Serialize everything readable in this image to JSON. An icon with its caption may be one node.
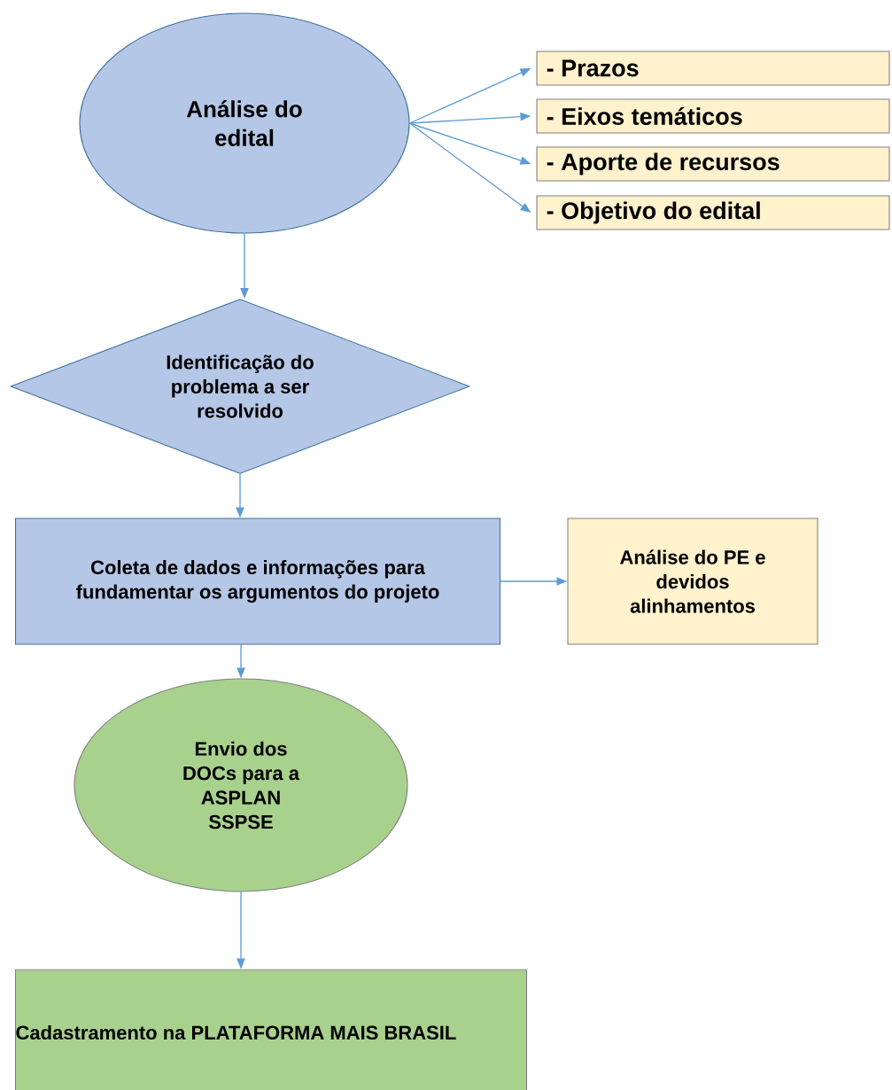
{
  "diagram": {
    "nodes": [
      {
        "text": [
          "Análise do edital"
        ]
      },
      {
        "text": [
          "- Prazos"
        ]
      },
      {
        "text": [
          "- Eixos temáticos"
        ]
      },
      {
        "text": [
          "- Aporte de recursos"
        ]
      },
      {
        "text": [
          "- Objetivo do edital"
        ]
      },
      {
        "text": [
          "Identificação do problema a ser resolvido"
        ]
      },
      {
        "text": [
          "Coleta de dados e informações para fundamentar os argumentos do projeto"
        ]
      },
      {
        "text": [
          "Análise do PE e devidos alinhamentos"
        ]
      },
      {
        "text": [
          "Envio dos DOCs para a ASPLAN SSPSE"
        ]
      },
      {
        "text": [
          "Cadastramento na PLATAFORMA MAIS BRASIL"
        ]
      }
    ],
    "edges": [
      {
        "from": 0,
        "to": 1,
        "arrow": "to"
      },
      {
        "from": 0,
        "to": 2,
        "arrow": "to"
      },
      {
        "from": 0,
        "to": 3,
        "arrow": "to"
      },
      {
        "from": 0,
        "to": 4,
        "arrow": "to"
      },
      {
        "from": 0,
        "to": 5,
        "arrow": "to"
      },
      {
        "from": 5,
        "to": 6,
        "arrow": "to"
      },
      {
        "from": 6,
        "to": 7,
        "arrow": "to"
      },
      {
        "from": 6,
        "to": 8,
        "arrow": "to"
      },
      {
        "from": 8,
        "to": 9,
        "arrow": "to"
      }
    ]
  }
}
